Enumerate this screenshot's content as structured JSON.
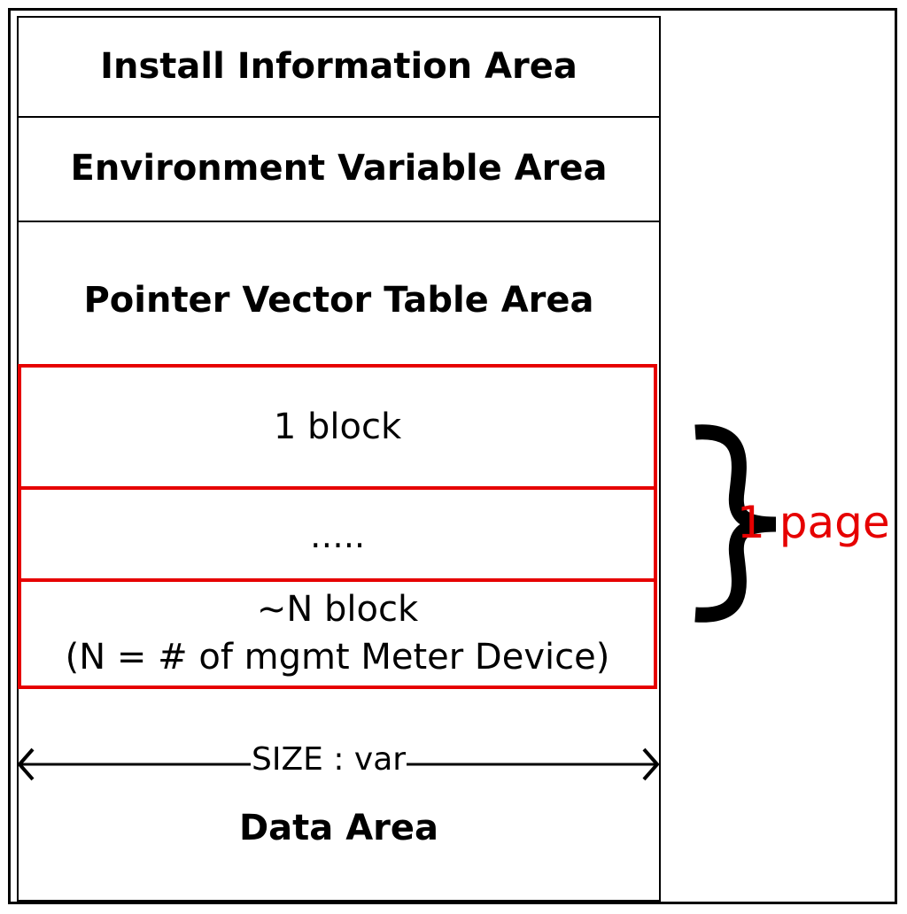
{
  "diagram": {
    "sections": {
      "install_info": "Install Information Area",
      "env_var": "Environment Variable Area",
      "pointer_vector": "Pointer Vector Table Area",
      "data_area": "Data Area"
    },
    "blocks": {
      "first": "1 block",
      "ellipsis": "…..",
      "last_line1": "~N block",
      "last_line2": "(N = # of mgmt Meter Device)"
    },
    "page_label": "1 page",
    "size_label": "SIZE : var",
    "colors": {
      "red_outline": "#e60000",
      "stroke": "#000000"
    }
  }
}
